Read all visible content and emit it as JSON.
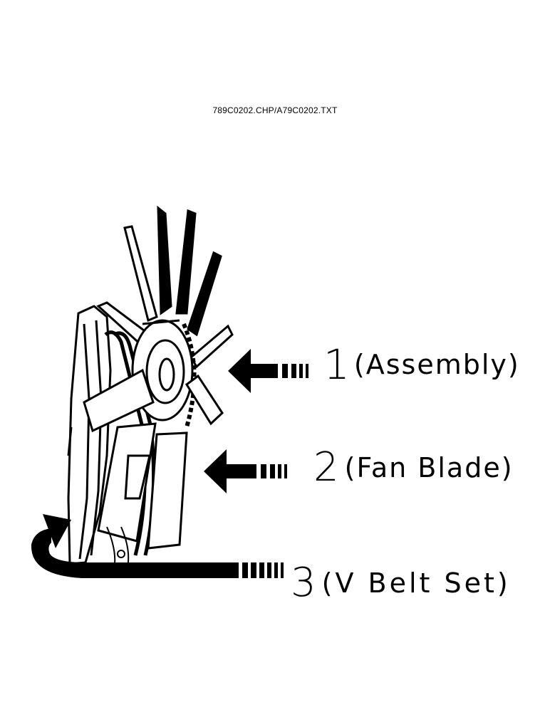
{
  "header": {
    "code": "789C0202.CHP/A79C0202.TXT"
  },
  "callouts": [
    {
      "number": "1",
      "label": "(Assembly)"
    },
    {
      "number": "2",
      "label": "(Fan Blade)"
    },
    {
      "number": "3",
      "label": "(V Belt Set)"
    }
  ]
}
